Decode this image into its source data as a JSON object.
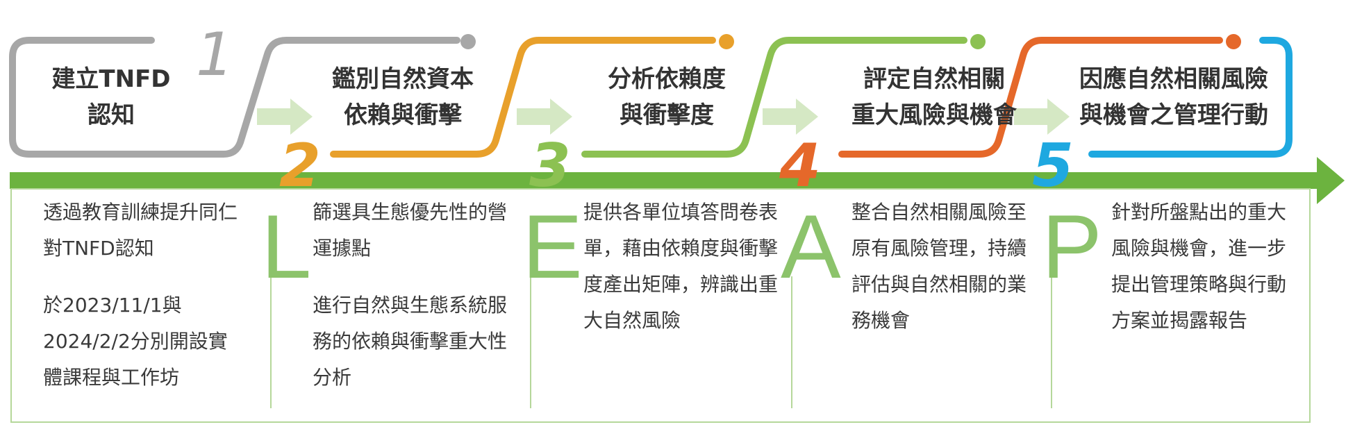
{
  "steps": [
    {
      "number": "1",
      "title": [
        "建立TNFD",
        "認知"
      ],
      "desc": [
        "透過教育訓練提升同仁對TNFD認知",
        "於2023/11/1與2024/2/2分別開設實體課程與工作坊"
      ],
      "color": "#a7a7a7"
    },
    {
      "number": "2",
      "letter": "L",
      "title": [
        "鑑別自然資本",
        "依賴與衝擊"
      ],
      "desc": [
        "篩選具生態優先性的營運據點",
        "進行自然與生態系統服務的依賴與衝擊重大性分析"
      ],
      "color": "#e8a02b"
    },
    {
      "number": "3",
      "letter": "E",
      "title": [
        "分析依賴度",
        "與衝擊度"
      ],
      "desc": [
        "提供各單位填答問卷表單，藉由依賴度與衝擊度產出矩陣，辨識出重大自然風險"
      ],
      "color": "#8cc152"
    },
    {
      "number": "4",
      "letter": "A",
      "title": [
        "評定自然相關",
        "重大風險與機會"
      ],
      "desc": [
        "整合自然相關風險至原有風險管理，持續評估與自然相關的業務機會"
      ],
      "color": "#e5682a"
    },
    {
      "number": "5",
      "letter": "P",
      "title": [
        "因應自然相關風險",
        "與機會之管理行動"
      ],
      "desc": [
        "針對所盤點出的重大風險與機會，進一步提出管理策略與行動方案並揭露報告"
      ],
      "color": "#1ea8e0"
    }
  ],
  "colors": {
    "main_arrow": "#6cb33f",
    "small_arrow": "#d5e8c4",
    "box_border": "#b5d79a",
    "letter": "#8cc36b"
  }
}
